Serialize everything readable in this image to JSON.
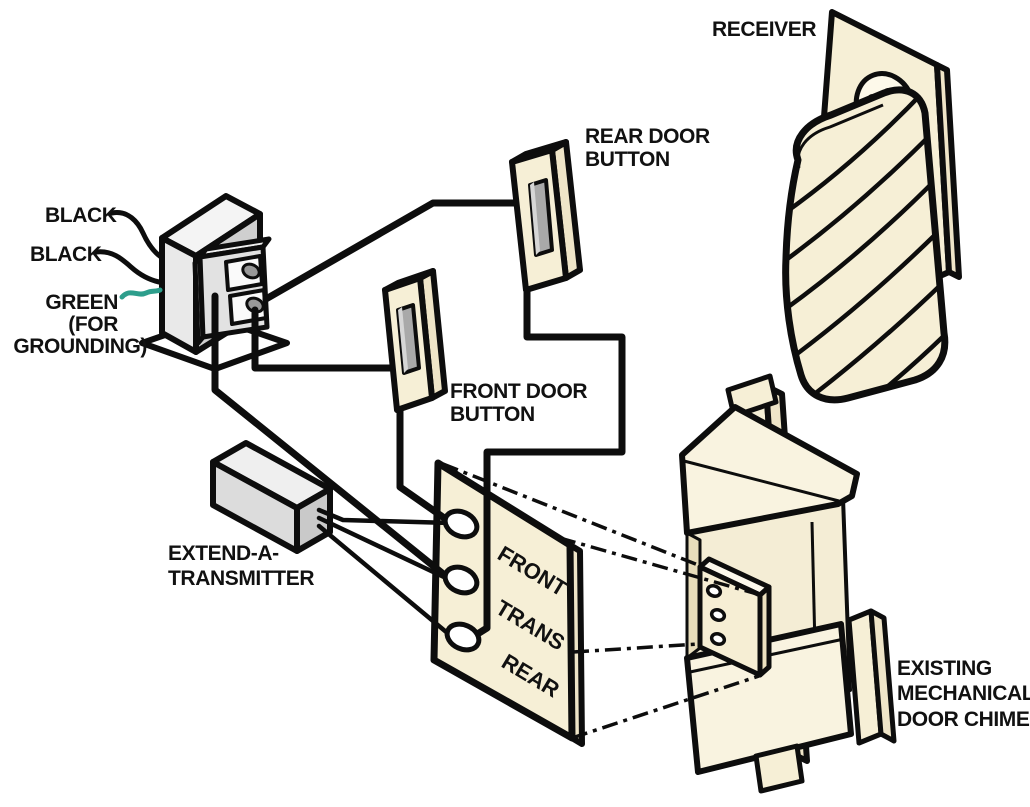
{
  "diagram": {
    "title_context": "Wireless door chime extender wiring diagram",
    "labels": {
      "receiver": "RECEIVER",
      "rear_door_button_line1": "REAR DOOR",
      "rear_door_button_line2": "BUTTON",
      "front_door_button_line1": "FRONT DOOR",
      "front_door_button_line2": "BUTTON",
      "wire_black_1": "BLACK",
      "wire_black_2": "BLACK",
      "wire_green_line1": "GREEN",
      "wire_green_line2": "(FOR",
      "wire_green_line3": "GROUNDING)",
      "transmitter_line1": "EXTEND-A-",
      "transmitter_line2": "TRANSMITTER",
      "chime_line1": "EXISTING",
      "chime_line2": "MECHANICAL",
      "chime_line3": "DOOR CHIME",
      "terminal_front": "FRONT",
      "terminal_trans": "TRANS",
      "terminal_rear": "REAR"
    },
    "colors": {
      "cream": "#f6efd6",
      "cream_light": "#f9f3e0",
      "cream_dark": "#efe5c8",
      "gray_light": "#efefef",
      "gray_mid": "#dcdcdc",
      "gray_dark": "#c9c9c9",
      "button_gray": "#a9a9a9",
      "outline": "#0d0d0d",
      "green_wire": "#2d9e8c",
      "white": "#ffffff"
    }
  }
}
